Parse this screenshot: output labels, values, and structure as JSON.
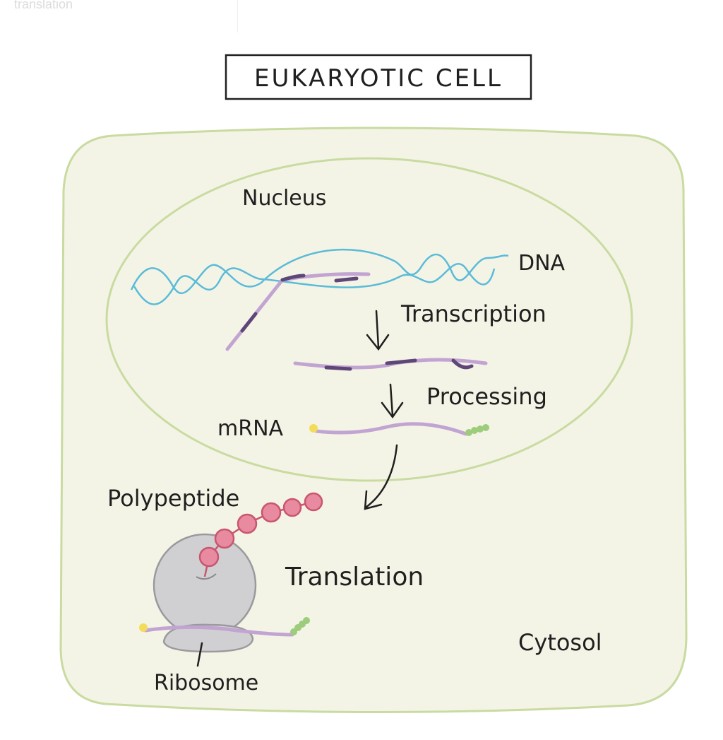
{
  "top_caption": "translation",
  "title": "EUKARYOTIC CELL",
  "labels": {
    "nucleus": "Nucleus",
    "dna": "DNA",
    "transcription": "Transcription",
    "processing": "Processing",
    "mrna": "mRNA",
    "polypeptide": "Polypeptide",
    "translation": "Translation",
    "ribosome": "Ribosome",
    "cytosol": "Cytosol"
  },
  "colors": {
    "cell_fill": "#f4f4e6",
    "cell_stroke": "#c8dba0",
    "dna": "#5bbbd8",
    "rna_light": "#c2a4d2",
    "rna_dark": "#5e4678",
    "cap": "#f3dc5a",
    "tail": "#9ccc7c",
    "peptide": "#e88aa0",
    "peptide_stroke": "#c8566e",
    "ribosome": "#d0d0d2",
    "ribosome_stroke": "#9a9a9e"
  }
}
